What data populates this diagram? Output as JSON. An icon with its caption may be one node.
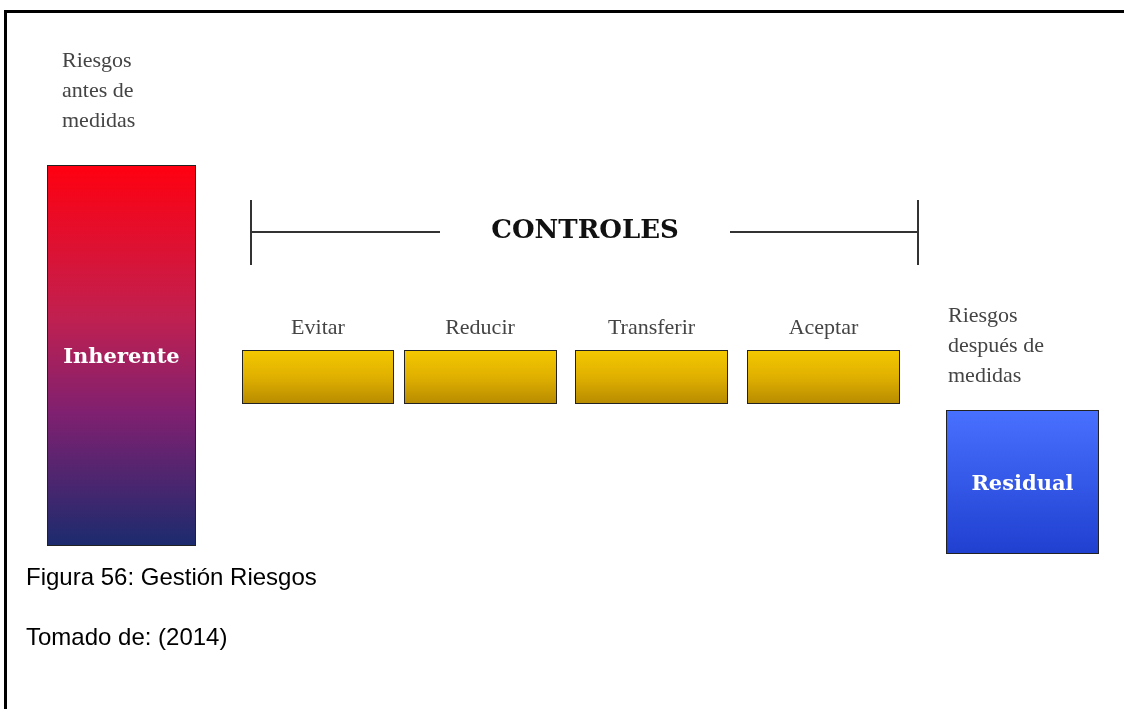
{
  "diagram": {
    "caption": "Figura 56: Gestión Riesgos",
    "nodes": [
      {
        "text": [
          "Riesgos antes de medidas",
          "Inherente"
        ]
      },
      {
        "text": [
          "Evitar"
        ]
      },
      {
        "text": [
          "Reducir"
        ]
      },
      {
        "text": [
          "Transferir"
        ]
      },
      {
        "text": [
          "Aceptar"
        ]
      },
      {
        "text": [
          "Riesgos después de medidas",
          "Residual"
        ]
      }
    ],
    "labels": [
      "CONTROLES",
      "Tomado de: (2014)"
    ]
  }
}
